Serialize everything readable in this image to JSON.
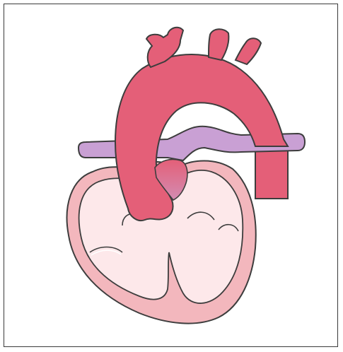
{
  "diagram": {
    "colors": {
      "aorta": "#e45f78",
      "pulmonary": "#c9a0d4",
      "heart_wall": "#f3b7bd",
      "heart_inner": "#fde8ea",
      "outline": "#3d3d3d",
      "transition": "#d78aa8"
    },
    "parts": [
      "aorta",
      "aortic-arch-branches",
      "pulmonary-artery",
      "heart-outer-wall",
      "heart-chambers",
      "heart-valves"
    ]
  }
}
